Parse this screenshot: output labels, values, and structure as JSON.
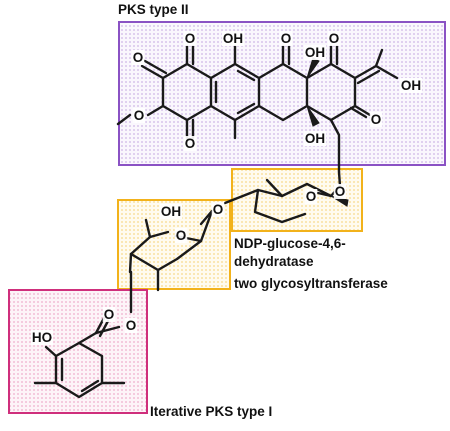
{
  "colors": {
    "pks2": "#8a52c4",
    "pks2_fill": "#ece3f5",
    "sugar": "#f2b21b",
    "sugar_fill": "#fff3d3",
    "pks1": "#cf2f7c",
    "pks1_fill": "#f7d5e4",
    "bond": "#1a1a1a"
  },
  "labels": {
    "pks2": "PKS type II",
    "enzyme_1": "NDP-glucose-4,6-",
    "enzyme_2": "dehydratase",
    "enzyme_3": "two glycosyltransferase",
    "pks1": "Iterative PKS type I"
  },
  "atoms": {
    "oh_top": "OH",
    "oh_mid": "OH",
    "oh_ring_bottom": "OH",
    "oh_side": "OH",
    "oh_sugar": "OH",
    "oh_aryl": "HO",
    "o_a": "O",
    "o_b": "O",
    "o_c": "O",
    "o_d": "O",
    "o_e": "O",
    "o_f": "O",
    "o_g": "O",
    "o_h": "O",
    "o_i": "O",
    "o_j": "O",
    "o_k": "O",
    "o_l": "O",
    "o_m": "O"
  }
}
